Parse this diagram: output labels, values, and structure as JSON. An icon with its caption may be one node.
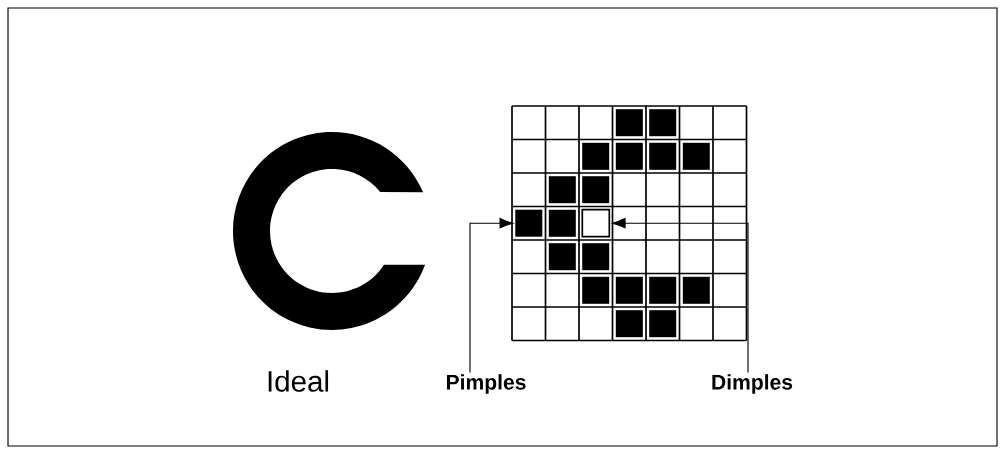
{
  "diagram": {
    "nodes": [
      {
        "text": [
          "Pimples"
        ]
      },
      {
        "text": [],
        "shape": "box"
      },
      {
        "text": [
          "Dimples"
        ]
      },
      {
        "text": [],
        "shape": "box"
      }
    ],
    "edges": [
      {
        "from": 0,
        "to": 1,
        "arrow": "to"
      },
      {
        "from": 2,
        "to": 3,
        "arrow": "to"
      }
    ],
    "labels": [
      "Ideal"
    ]
  }
}
